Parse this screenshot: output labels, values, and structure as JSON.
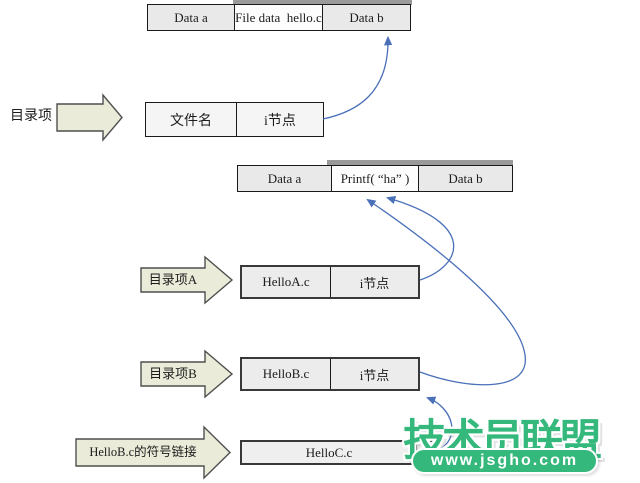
{
  "blocks": {
    "file_block_top": {
      "cells": [
        "Data a",
        "File data  hello.c",
        "Data b"
      ]
    },
    "directory_entry": {
      "label": "目录项",
      "cells": [
        "文件名",
        "i节点"
      ]
    },
    "file_block_mid": {
      "cells": [
        "Data a",
        "Printf( “ha” )",
        "Data b"
      ]
    },
    "directory_entry_a": {
      "label": "目录项A",
      "cells": [
        "HelloA.c",
        "i节点"
      ]
    },
    "directory_entry_b": {
      "label": "目录项B",
      "cells": [
        "HelloB.c",
        "i节点"
      ]
    },
    "symlink_entry": {
      "label": "HelloB.c的符号链接",
      "cells": [
        "HelloC.c"
      ]
    }
  },
  "watermark": {
    "title": "技术员联盟",
    "url": "www.jsgho.com"
  },
  "colors": {
    "watermark_green": "#35b87c",
    "connector_blue": "#4a70b8",
    "block_arrow_fill": "#eaebd8",
    "cell_gray": "#e9e9e9",
    "shadow_gray": "#9a9a9a"
  }
}
